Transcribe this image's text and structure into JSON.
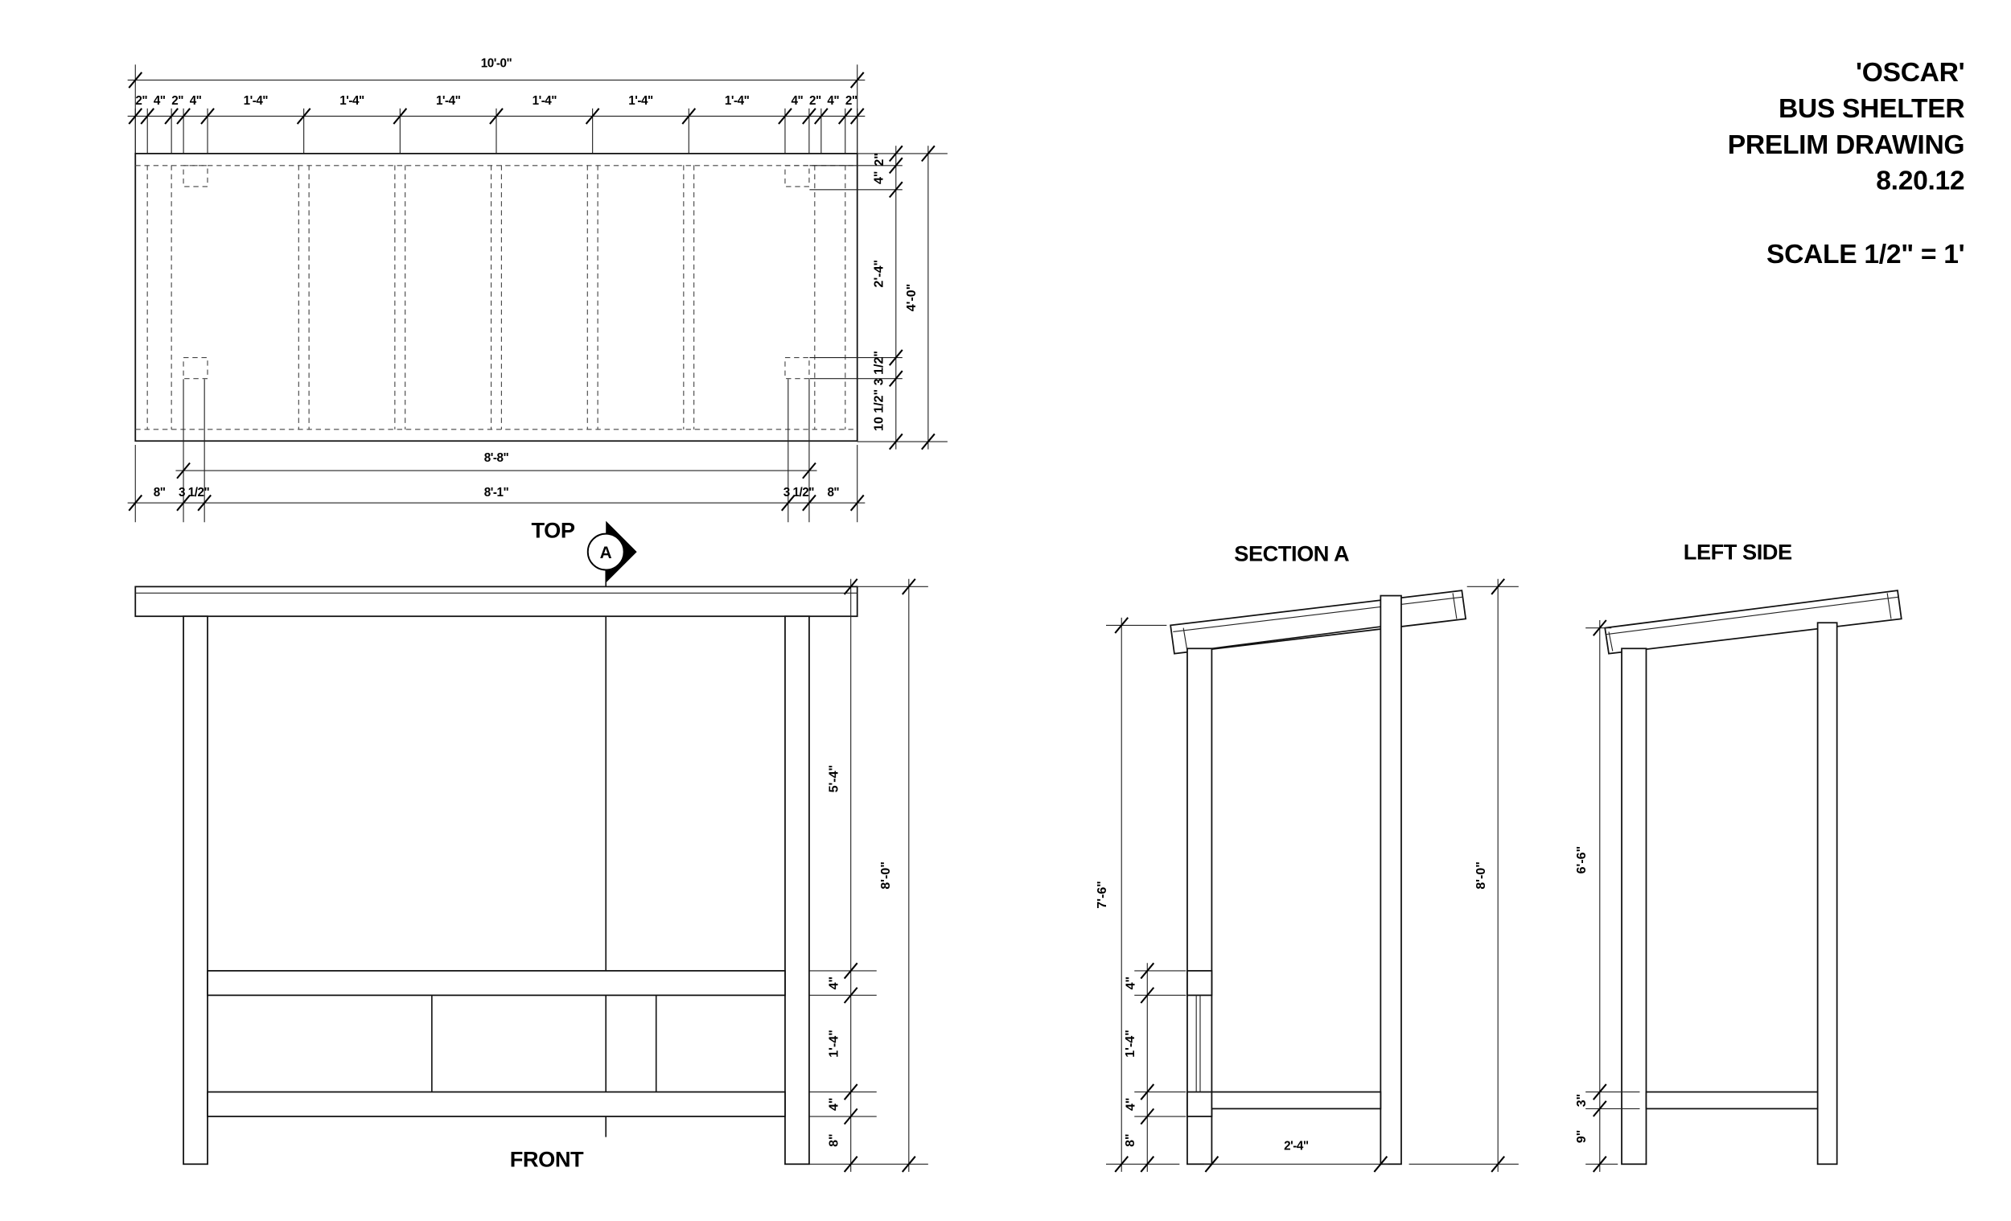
{
  "title_block": {
    "name": "'OSCAR'",
    "line2": "BUS SHELTER",
    "line3": "PRELIM DRAWING",
    "date": "8.20.12",
    "scale": "SCALE 1/2\" = 1'"
  },
  "top_view": {
    "label": "TOP",
    "overall": "10'-0\"",
    "segments": [
      "2\"",
      "4\"",
      "2\"",
      "4\"",
      "1'-4\"",
      "1'-4\"",
      "1'-4\"",
      "1'-4\"",
      "1'-4\"",
      "1'-4\"",
      "4\"",
      "2\"",
      "4\"",
      "2\""
    ],
    "depth_chain": [
      "2\"",
      "4\"",
      "2'-4\"",
      "3 1/2\"",
      "10 1/2\""
    ],
    "depth_total": "4'-0\"",
    "post_span": "8'-8\"",
    "bottom_chain": [
      "8\"",
      "3 1/2\"",
      "8'-1\"",
      "3 1/2\"",
      "8\""
    ]
  },
  "section_marker": "A",
  "front_view": {
    "label": "FRONT",
    "chain": [
      "5'-4\"",
      "4\"",
      "1'-4\"",
      "4\"",
      "8\""
    ],
    "total": "8'-0\""
  },
  "section_a": {
    "label": "SECTION A",
    "front_height": "7'-6\"",
    "chain": [
      "4\"",
      "1'-4\"",
      "4\"",
      "8\""
    ],
    "total": "8'-0\"",
    "depth": "2'-4\""
  },
  "left_side": {
    "label": "LEFT SIDE",
    "front_height": "6'-6\"",
    "chain": [
      "3\"",
      "9\""
    ]
  }
}
